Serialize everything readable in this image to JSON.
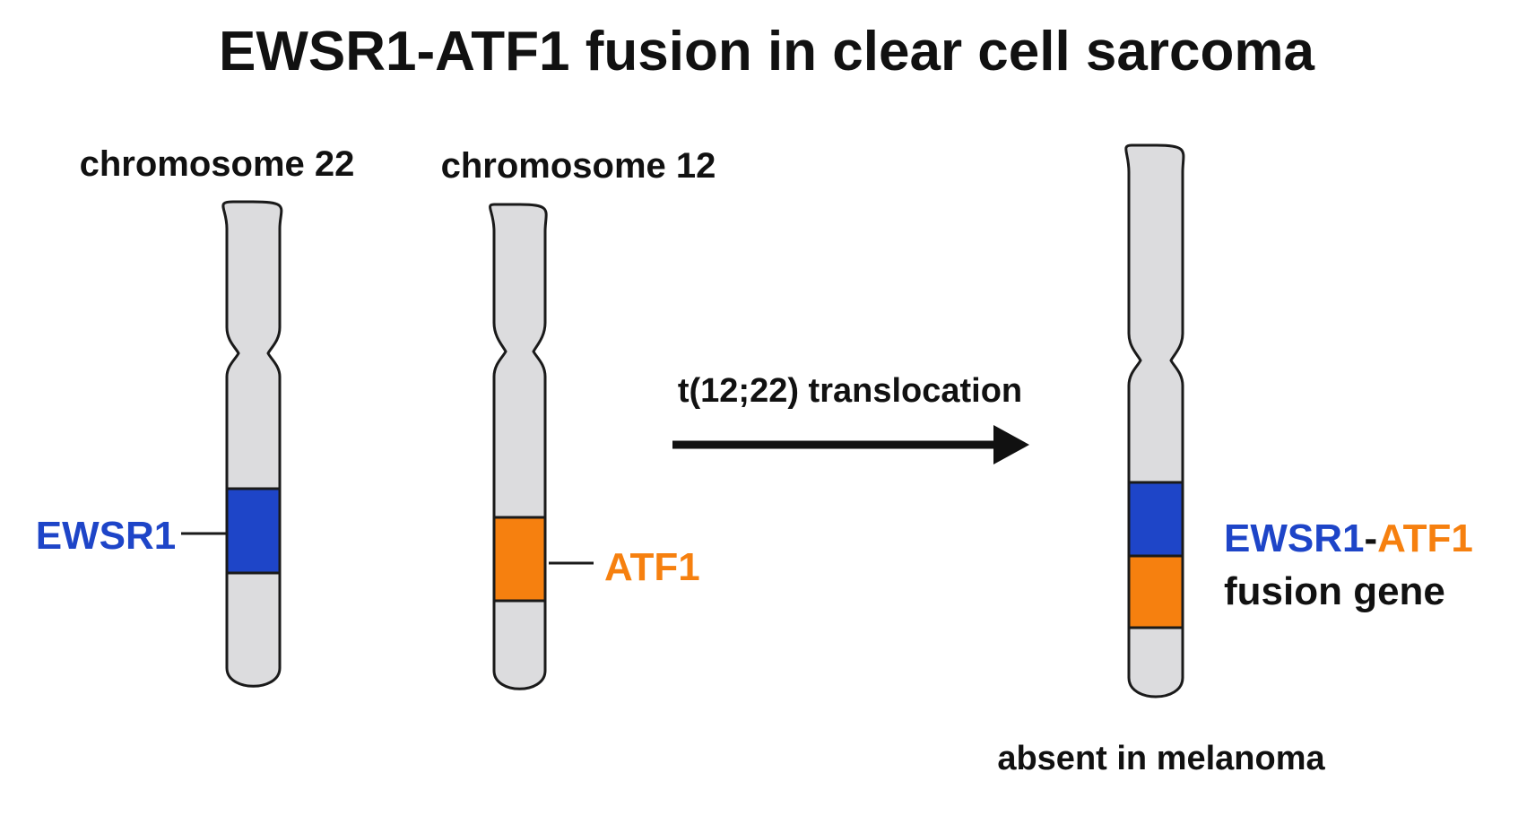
{
  "title": "EWSR1-ATF1 fusion in clear cell sarcoma",
  "colors": {
    "ewsr1": "#1e45c8",
    "atf1": "#f6800f",
    "chromosome_fill": "#dcdcde",
    "outline": "#1a1a1a",
    "text": "#111111"
  },
  "chromosomes": {
    "chr22": {
      "label": "chromosome 22",
      "gene": "EWSR1"
    },
    "chr12": {
      "label": "chromosome 12",
      "gene": "ATF1"
    },
    "fusion": {
      "gene_part1": "EWSR1",
      "gene_separator": "-",
      "gene_part2": "ATF1",
      "subtitle": "fusion gene",
      "note": "absent in melanoma"
    }
  },
  "arrow": {
    "label": "t(12;22) translocation"
  }
}
